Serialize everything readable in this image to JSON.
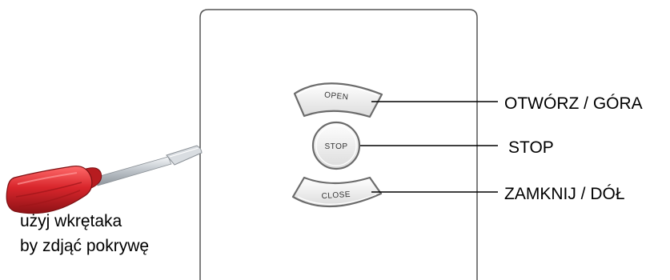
{
  "buttons": {
    "open": "OPEN",
    "stop": "STOP",
    "close": "CLOSE"
  },
  "callouts": {
    "open": "OTWÓRZ / GÓRA",
    "stop": "STOP",
    "close": "ZAMKNIJ / DÓŁ"
  },
  "hint": {
    "line1": "użyj wkrętaka",
    "line2": "by zdjąć pokrywę"
  },
  "colors": {
    "panel_border": "#555555",
    "screwdriver_handle": "#d8262c",
    "screwdriver_shaft": "#c9cdd2",
    "button_fill": "#f2f2f2"
  },
  "icons": [
    "screwdriver-icon"
  ]
}
